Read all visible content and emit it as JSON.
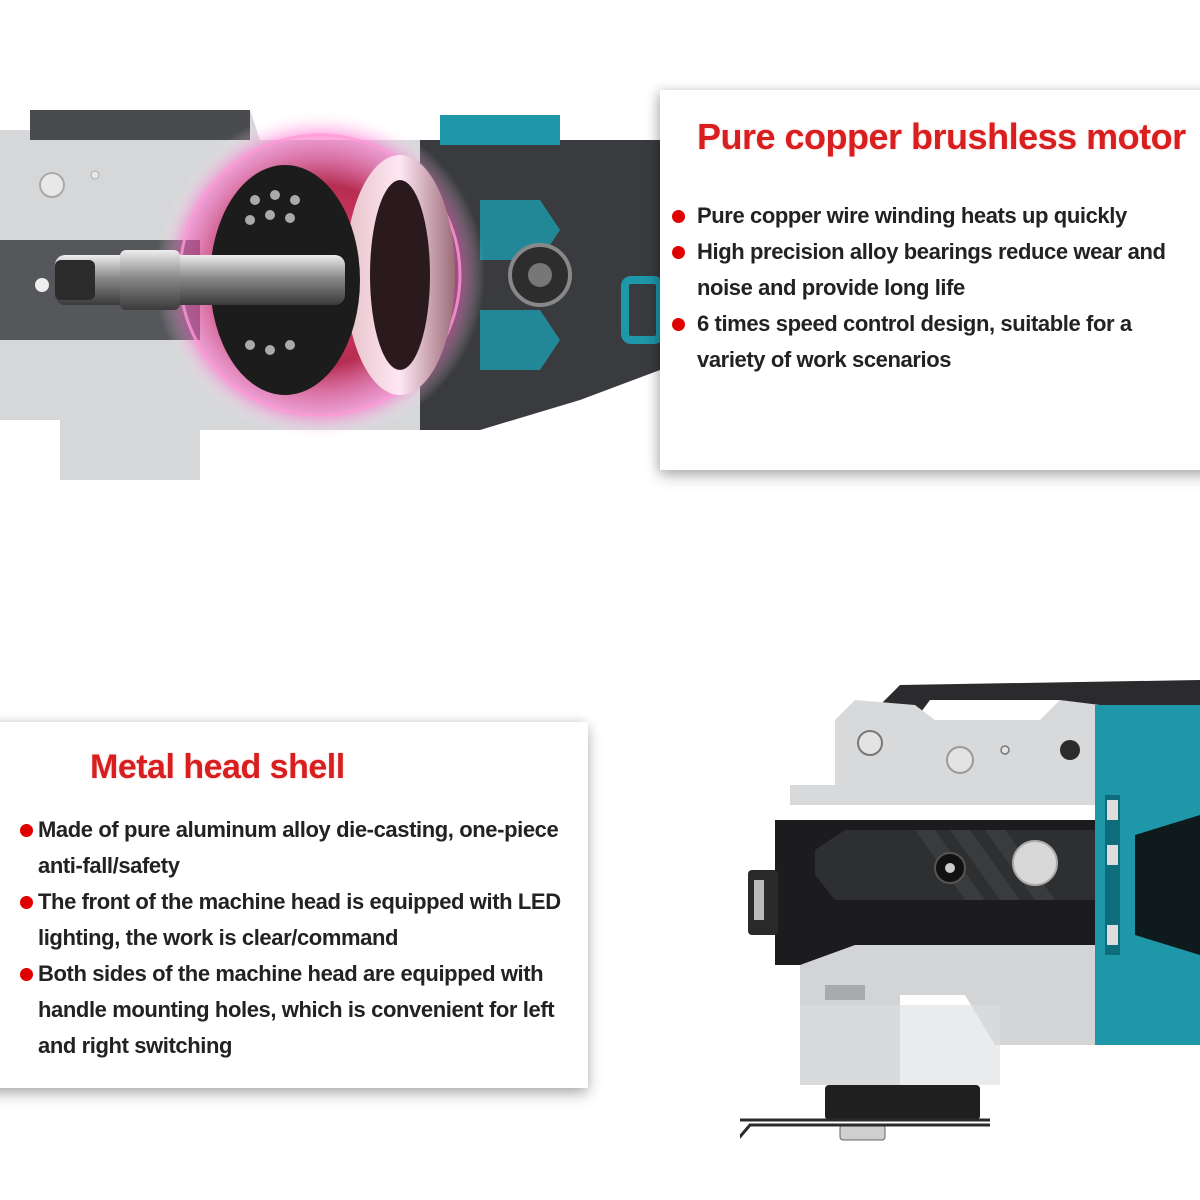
{
  "colors": {
    "accent_red": "#d81e1e",
    "bullet_red": "#e00000",
    "body_text": "#222222",
    "tool_teal": "#1e97a8",
    "tool_dark": "#2b2b2d",
    "tool_gray": "#d9dadc",
    "glow_pink": "#ff3e9a"
  },
  "top_panel": {
    "title": "Pure copper brushless motor",
    "bullets": [
      "Pure copper wire winding heats up quickly",
      "High precision alloy bearings reduce wear and noise and provide long life",
      "6 times speed control design, suitable for a variety of work scenarios"
    ]
  },
  "bottom_panel": {
    "title": "Metal head shell",
    "bullets": [
      "Made of pure aluminum alloy die-casting, one-piece anti-fall/safety",
      "The front of the machine head is equipped with LED lighting, the work is clear/command",
      "Both sides of the machine head are equipped with handle mounting holes, which is convenient for left and right switching"
    ]
  },
  "illustrations": {
    "motor": "cutaway-brushless-motor-icon",
    "head": "oscillating-tool-head-icon"
  }
}
